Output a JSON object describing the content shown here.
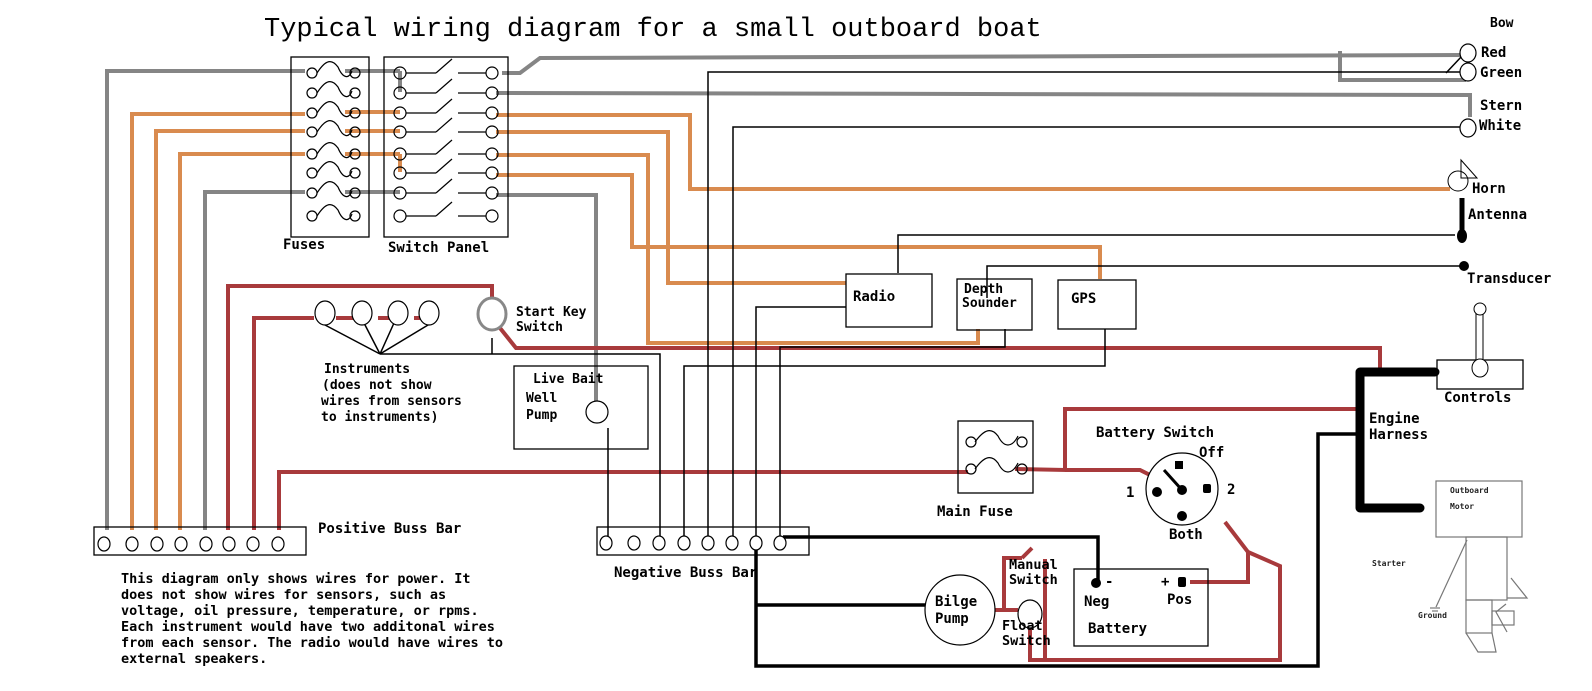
{
  "title": "Typical wiring diagram for a small outboard boat",
  "components": {
    "fuses": "Fuses",
    "switch_panel": "Switch Panel",
    "start_key_switch": [
      "Start Key",
      "Switch"
    ],
    "instruments": [
      "Instruments",
      "(does not show",
      "wires from sensors",
      "to instruments)"
    ],
    "live_bait": "Live Bait",
    "well_pump": [
      "Well",
      "Pump"
    ],
    "positive_buss_bar": "Positive Buss Bar",
    "negative_buss_bar": "Negative Buss Bar",
    "radio": "Radio",
    "depth_sounder": [
      "Depth",
      "Sounder"
    ],
    "gps": "GPS",
    "main_fuse": "Main Fuse",
    "battery_switch": {
      "label": "Battery Switch",
      "positions": {
        "off": "Off",
        "one": "1",
        "two": "2",
        "both": "Both"
      }
    },
    "battery": {
      "label": "Battery",
      "neg": "Neg",
      "pos": "Pos",
      "minus": "-",
      "plus": "+"
    },
    "bilge_pump": [
      "Bilge",
      "Pump"
    ],
    "manual_switch": [
      "Manual",
      "Switch"
    ],
    "float_switch": [
      "Float",
      "Switch"
    ],
    "engine_harness": [
      "Engine",
      "Harness"
    ],
    "controls": "Controls",
    "outboard_motor": [
      "Outboard",
      "Motor"
    ],
    "starter": "Starter",
    "ground": "Ground"
  },
  "lights": {
    "bow": "Bow",
    "red": "Red",
    "green": "Green",
    "stern": "Stern",
    "white": "White",
    "horn": "Horn",
    "antenna": "Antenna",
    "transducer": "Transducer"
  },
  "note": [
    "This diagram only shows wires for power.  It",
    "does not show wires for sensors, such as",
    "voltage, oil pressure, temperature, or rpms.",
    "Each instrument would have two additonal wires",
    "from each sensor. The radio would have wires to",
    "external speakers."
  ],
  "wire_colors": {
    "switched_power": "#d98b4f",
    "accessory_gray": "#858585",
    "battery_positive": "#a83a3c",
    "ground": "#000000"
  }
}
